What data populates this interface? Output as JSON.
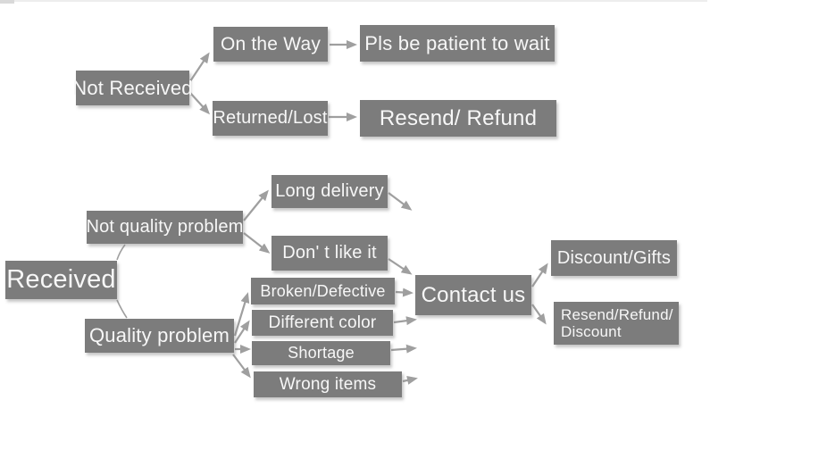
{
  "colors": {
    "box_fill": "#7c7c7c",
    "box_text": "#f7f7f7",
    "arrow": "#9f9f9f"
  },
  "nodes": {
    "not_received": {
      "label": "Not Received"
    },
    "on_the_way": {
      "label": "On the Way"
    },
    "pls_wait": {
      "label": "Pls be patient to wait"
    },
    "returned_lost": {
      "label": "Returned/Lost"
    },
    "resend_refund": {
      "label": "Resend/ Refund"
    },
    "received": {
      "label": "Received"
    },
    "not_quality": {
      "label": "Not quality problem"
    },
    "long_delivery": {
      "label": "Long delivery"
    },
    "dont_like": {
      "label": "Don' t like it"
    },
    "quality": {
      "label": "Quality problem"
    },
    "broken": {
      "label": "Broken/Defective"
    },
    "different_color": {
      "label": "Different color"
    },
    "shortage": {
      "label": "Shortage"
    },
    "wrong_items": {
      "label": "Wrong items"
    },
    "contact_us": {
      "label": "Contact us"
    },
    "discount_gifts": {
      "label": "Discount/Gifts"
    },
    "resend_refund_discount": {
      "line1": "Resend/Refund/",
      "line2": "Discount"
    }
  },
  "edges": [
    {
      "from": "not_received",
      "to": "on_the_way"
    },
    {
      "from": "not_received",
      "to": "returned_lost"
    },
    {
      "from": "on_the_way",
      "to": "pls_wait"
    },
    {
      "from": "returned_lost",
      "to": "resend_refund"
    },
    {
      "from": "received",
      "to": "not_quality"
    },
    {
      "from": "received",
      "to": "quality"
    },
    {
      "from": "not_quality",
      "to": "long_delivery"
    },
    {
      "from": "not_quality",
      "to": "dont_like"
    },
    {
      "from": "long_delivery",
      "to": "contact_us"
    },
    {
      "from": "dont_like",
      "to": "contact_us"
    },
    {
      "from": "quality",
      "to": "broken"
    },
    {
      "from": "quality",
      "to": "different_color"
    },
    {
      "from": "quality",
      "to": "shortage"
    },
    {
      "from": "quality",
      "to": "wrong_items"
    },
    {
      "from": "broken",
      "to": "contact_us"
    },
    {
      "from": "different_color",
      "to": "contact_us"
    },
    {
      "from": "shortage",
      "to": "contact_us"
    },
    {
      "from": "wrong_items",
      "to": "contact_us"
    },
    {
      "from": "contact_us",
      "to": "discount_gifts"
    },
    {
      "from": "contact_us",
      "to": "resend_refund_discount"
    }
  ]
}
